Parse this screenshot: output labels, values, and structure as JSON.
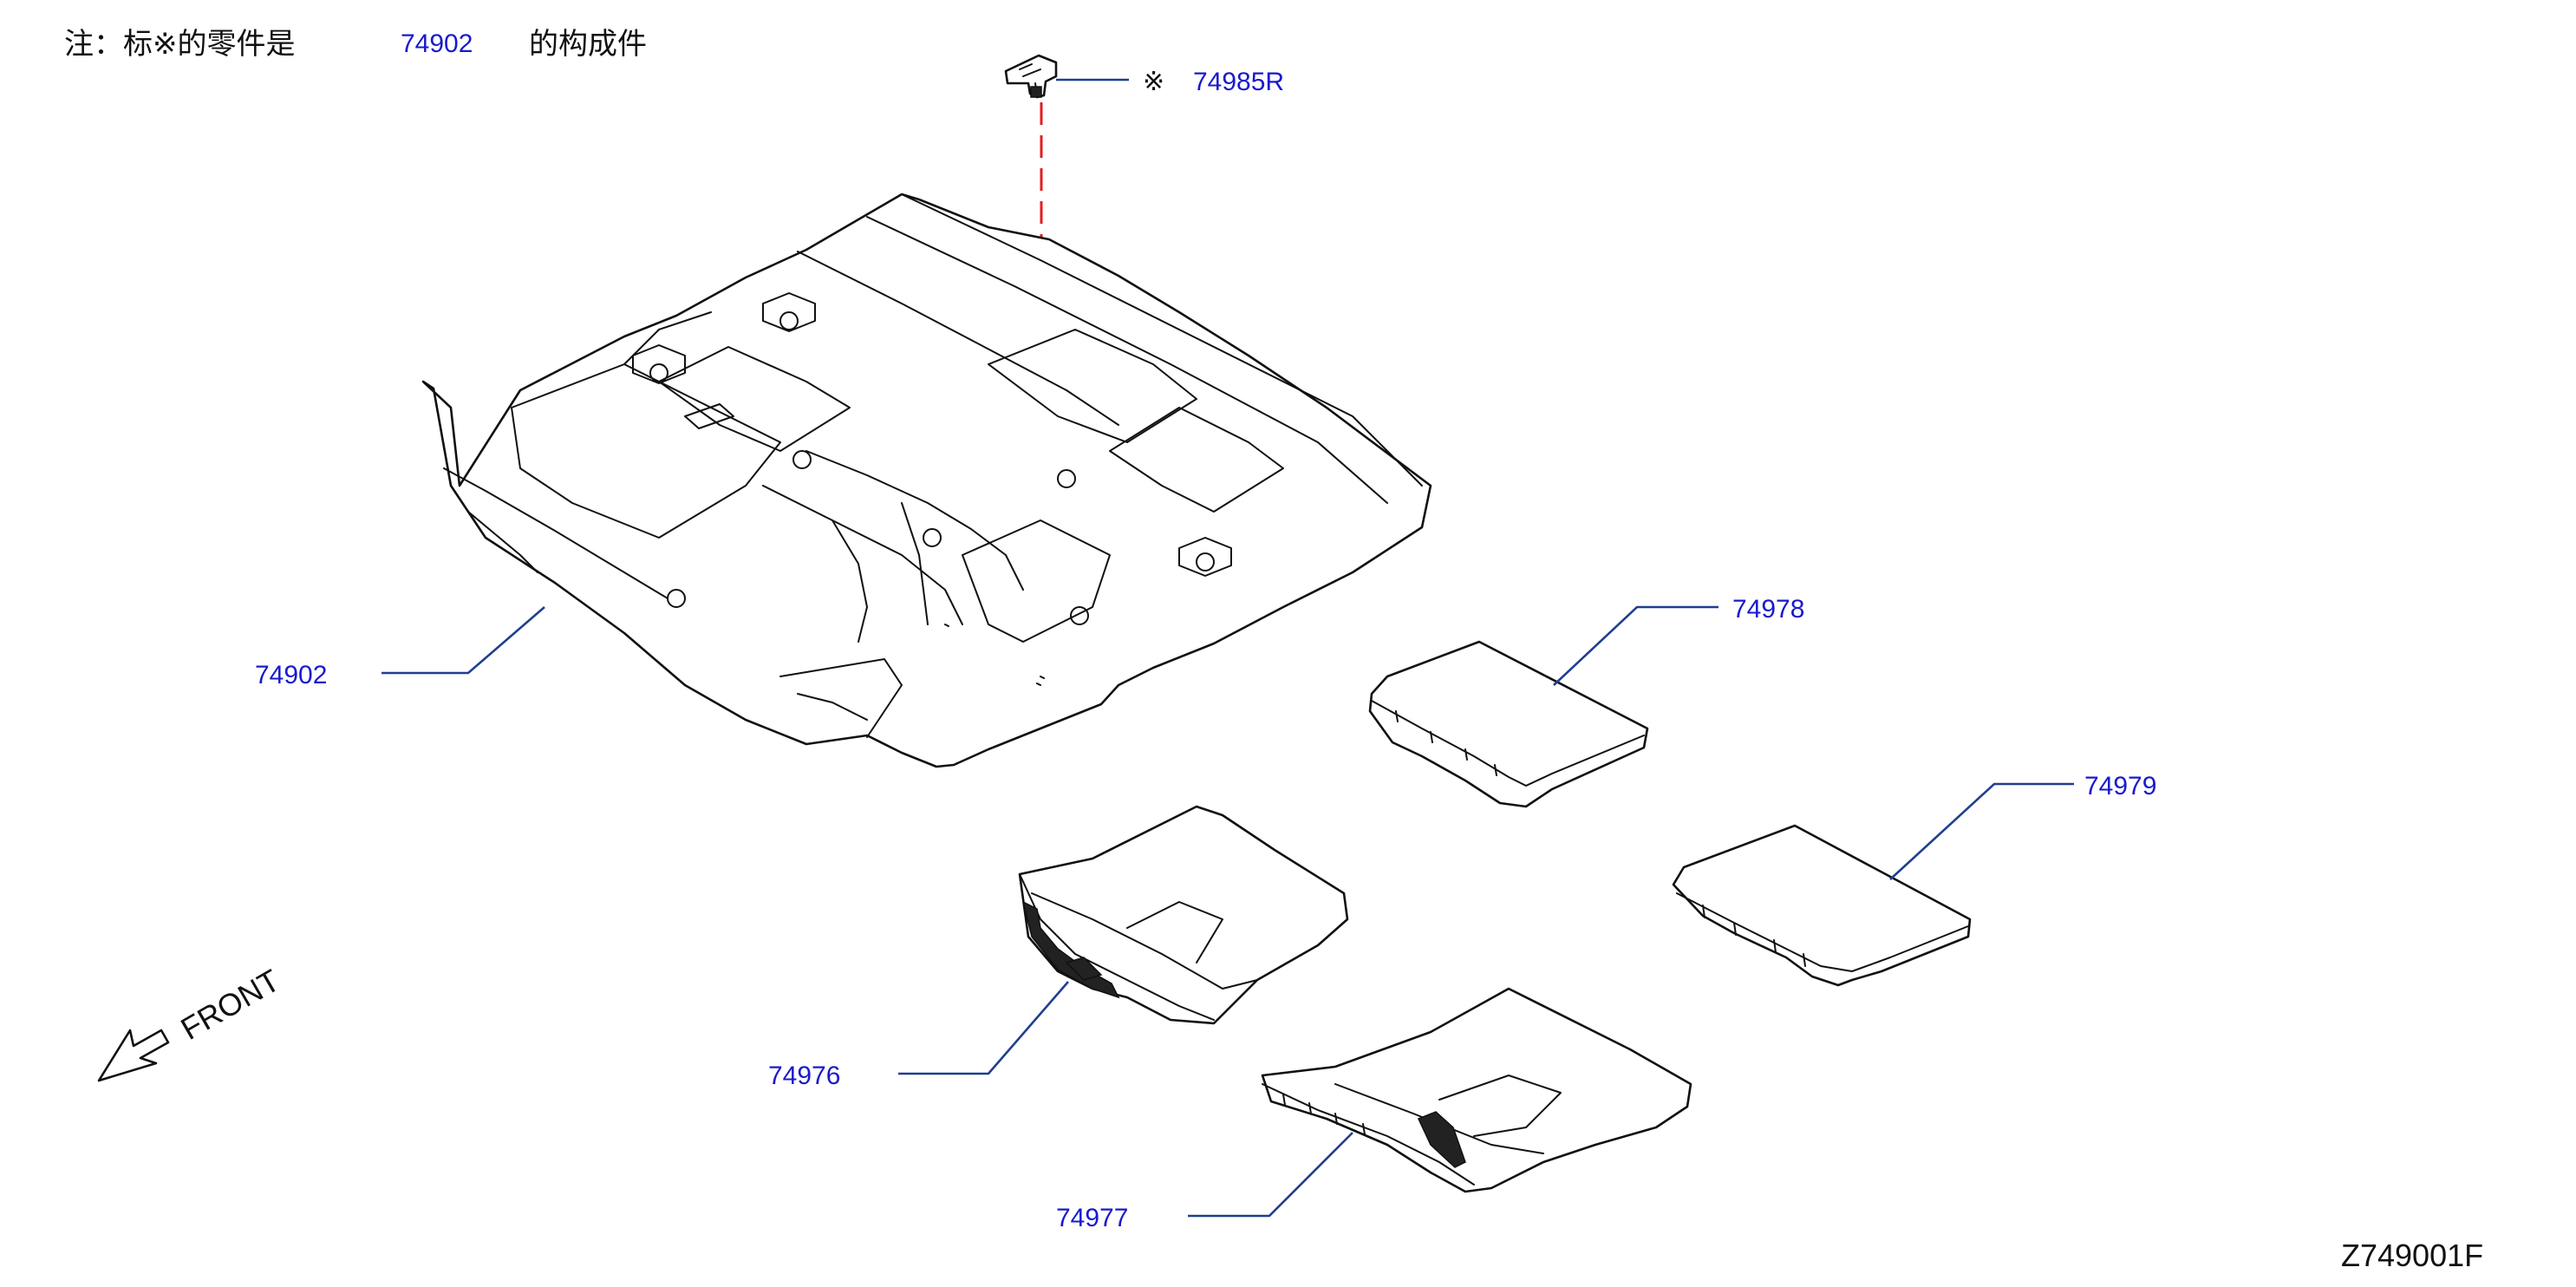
{
  "colors": {
    "callout": "#1a1acc",
    "leader": "#1f3f8f",
    "line": "#111111",
    "centerline": "#e02020",
    "background": "#ffffff"
  },
  "note": {
    "prefix": "注：标※的零件是",
    "part_ref": "74902",
    "suffix": "的构成件"
  },
  "parts": {
    "clip": {
      "marker": "※",
      "number": "74985R"
    },
    "floor_carpet": {
      "number": "74902"
    },
    "rear_mat_left": {
      "number": "74978"
    },
    "rear_mat_right": {
      "number": "74979"
    },
    "front_mat_driver": {
      "number": "74976"
    },
    "front_mat_passenger": {
      "number": "74977"
    }
  },
  "direction": {
    "label": "FRONT",
    "icon": "front-arrow-icon"
  },
  "diagram_id": "Z749001F"
}
